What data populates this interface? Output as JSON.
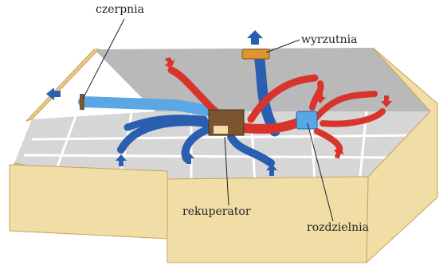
{
  "labels": {
    "czerpnia": "czerpnia",
    "wyrzutnia": "wyrzutnia",
    "rekuperator": "rekuperator",
    "rozdzielnia": "rozdzielnia"
  },
  "colors": {
    "wall": "#f1dda6",
    "wall_edge": "#c9a25a",
    "floor": "#c9c9c9",
    "roof_grey": "#bdbdbd",
    "duct_blue": "#2a5fb0",
    "duct_light_blue": "#5aa7e6",
    "duct_red": "#d9342b",
    "unit_brown": "#7a5530",
    "unit_orange": "#e0952a"
  }
}
